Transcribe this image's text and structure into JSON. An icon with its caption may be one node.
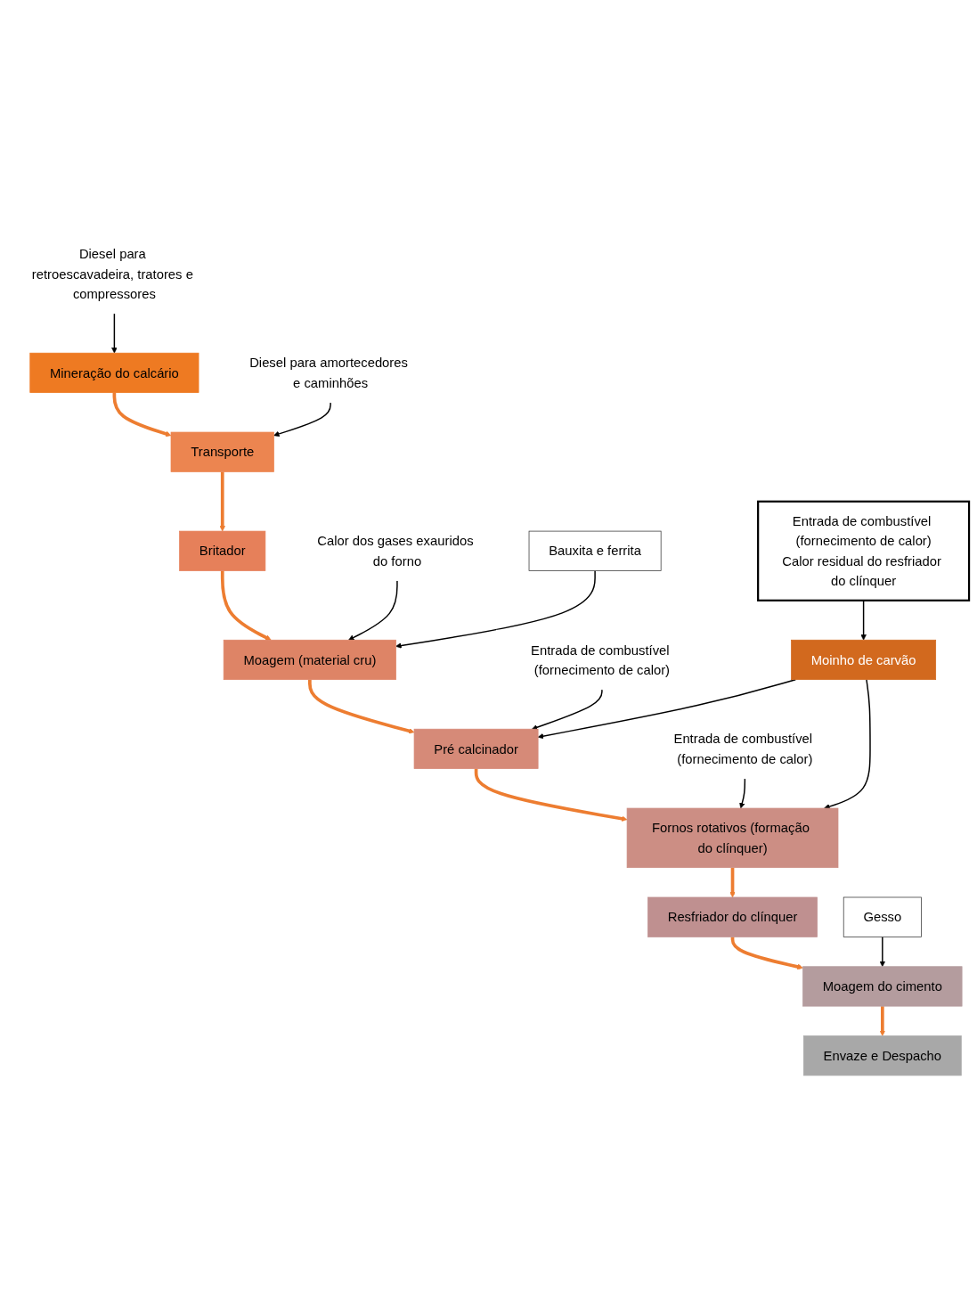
{
  "diagram": {
    "nodes": [
      {
        "text": [
          "Mineração do calcário"
        ]
      },
      {
        "text": [
          "Transporte"
        ]
      },
      {
        "text": [
          "Britador"
        ]
      },
      {
        "text": [
          "Moagem (material cru)"
        ]
      },
      {
        "text": [
          "Pré calcinador"
        ]
      },
      {
        "text": [
          "Fornos rotativos (formação do clínquer)"
        ]
      },
      {
        "text": [
          "Resfriador do clínquer"
        ]
      },
      {
        "text": [
          "Moagem do cimento"
        ]
      },
      {
        "text": [
          "Envaze e Despacho"
        ]
      },
      {
        "text": [
          "Diesel para retroescavadeira, tratores e compressores"
        ]
      },
      {
        "text": [
          "Diesel para amortecedores e caminhões"
        ]
      },
      {
        "text": [
          "Calor dos gases exauridos do forno"
        ]
      },
      {
        "text": [
          "Entrada de combustível (fornecimento de calor)"
        ]
      },
      {
        "text": [
          "Entrada de combustível (fornecimento de calor)"
        ]
      },
      {
        "text": [
          "Bauxita e ferrita"
        ]
      },
      {
        "text": [
          "Moinho de carvão"
        ]
      },
      {
        "text": [
          "Entrada de combustível (fornecimento de calor)",
          "Calor residual do resfriador do clínquer"
        ]
      },
      {
        "text": [
          "Gesso"
        ]
      }
    ],
    "edges": [
      {
        "from": 0,
        "to": 1,
        "arrow": "to",
        "style": "thick",
        "color": "#ed7d31"
      },
      {
        "from": 1,
        "to": 2,
        "arrow": "to",
        "style": "thick",
        "color": "#ed7d31"
      },
      {
        "from": 2,
        "to": 3,
        "arrow": "to",
        "style": "thick",
        "color": "#ed7d31"
      },
      {
        "from": 3,
        "to": 4,
        "arrow": "to",
        "style": "thick",
        "color": "#ed7d31"
      },
      {
        "from": 4,
        "to": 5,
        "arrow": "to",
        "style": "thick",
        "color": "#ed7d31"
      },
      {
        "from": 5,
        "to": 6,
        "arrow": "to",
        "style": "thick",
        "color": "#ed7d31"
      },
      {
        "from": 6,
        "to": 7,
        "arrow": "to",
        "style": "thick",
        "color": "#ed7d31"
      },
      {
        "from": 7,
        "to": 8,
        "arrow": "to",
        "style": "thick",
        "color": "#ed7d31"
      },
      {
        "from": 9,
        "to": 0,
        "arrow": "to"
      },
      {
        "from": 10,
        "to": 1,
        "arrow": "to"
      },
      {
        "from": 11,
        "to": 3,
        "arrow": "to"
      },
      {
        "from": 12,
        "to": 4,
        "arrow": "to"
      },
      {
        "from": 13,
        "to": 5,
        "arrow": "to"
      },
      {
        "from": 14,
        "to": 3,
        "arrow": "to"
      },
      {
        "from": 15,
        "to": 4,
        "arrow": "to"
      },
      {
        "from": 15,
        "to": 5,
        "arrow": "to"
      },
      {
        "from": 16,
        "to": 15,
        "arrow": "to"
      },
      {
        "from": 17,
        "to": 7,
        "arrow": "to"
      }
    ]
  }
}
